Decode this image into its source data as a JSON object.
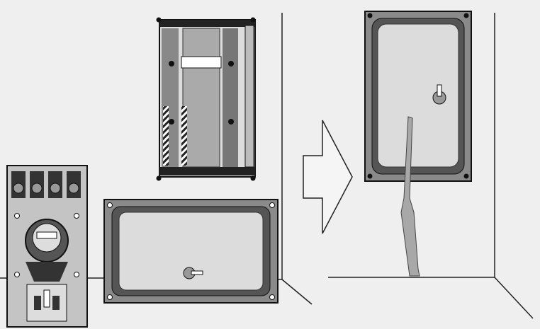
{
  "diagram": {
    "description_labels": [],
    "colors": {
      "background": "#efefef",
      "ink": "#1a1a1a",
      "panel_fill": "#c9c9c9",
      "box_frame": "#8a8a8a",
      "box_inner": "#dcdcdc",
      "rifle": "#a8a8a8"
    },
    "panels": [
      {
        "id": "electric-meter-panel",
        "breakers": 4
      },
      {
        "id": "open-cabinet"
      },
      {
        "id": "closed-box"
      },
      {
        "id": "transition-arrow"
      },
      {
        "id": "mounted-box-with-rifle"
      }
    ]
  }
}
